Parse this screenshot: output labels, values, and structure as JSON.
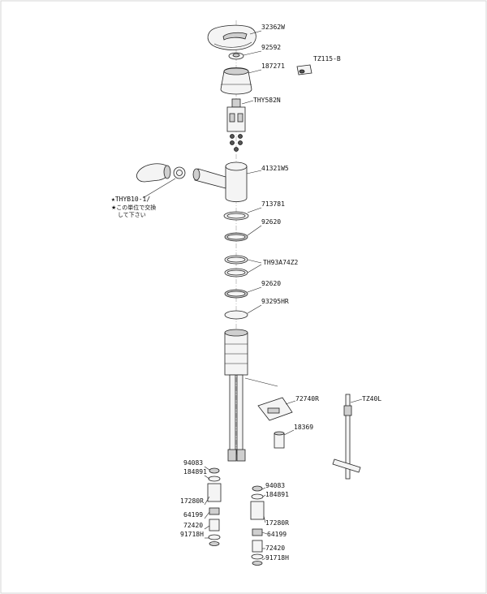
{
  "labels": {
    "handle": "32362W",
    "screw_cap": "92592",
    "cover": "187271",
    "button": "TZ115-B",
    "cartridge": "THY582N",
    "body": "41321W5",
    "shower_head": "★THYB10-1/",
    "shower_note_1": "★この単位で交換",
    "shower_note_2": "して下さい",
    "ring_713781": "713781",
    "oring_upper": "92620",
    "gasket_pair": "TH93A74Z2",
    "oring_lower": "92620",
    "ring_93295": "93295HR",
    "bracket": "72740R",
    "nut": "18369",
    "wrench": "TZ40L",
    "left_washer_a": "94083",
    "left_washer_b": "184891",
    "left_valve": "17280R",
    "left_spring": "64199",
    "left_strainer": "72420",
    "left_gasket": "91718H",
    "right_washer_a": "94083",
    "right_washer_b": "184891",
    "right_valve": "17280R",
    "right_spring": "64199",
    "right_strainer": "72420",
    "right_gasket": "91718H"
  }
}
